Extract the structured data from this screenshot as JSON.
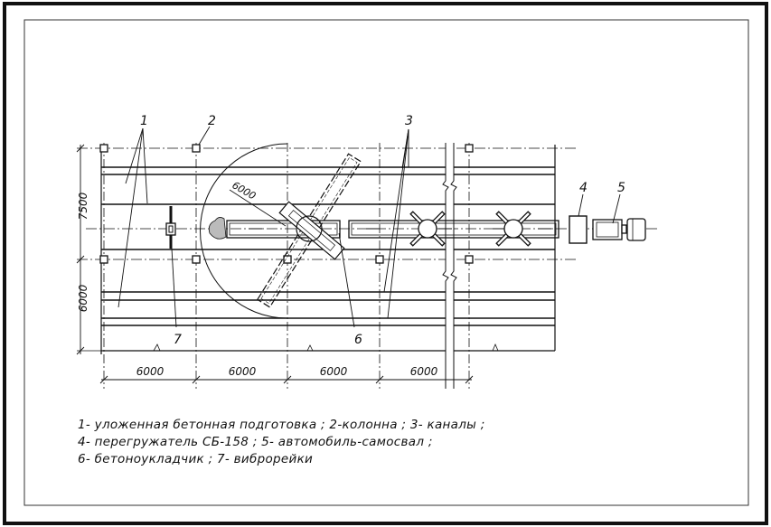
{
  "diagram": {
    "callouts": {
      "c1": "1",
      "c2": "2",
      "c3": "3",
      "c4": "4",
      "c5": "5",
      "c6": "6",
      "c7": "7"
    },
    "dimensions": {
      "vertical": [
        "7500",
        "6000"
      ],
      "horizontal": [
        "6000",
        "6000",
        "6000",
        "6000"
      ],
      "radius": "6000"
    }
  },
  "legend": {
    "lines": [
      "1- уложенная бетонная подготовка ;  2-колонна ;  3- каналы ;",
      "4- перегружатель СБ-158  ;  5- автомобиль-самосвал ;",
      "6- бетоноукладчик ;  7- виброрейки"
    ]
  }
}
